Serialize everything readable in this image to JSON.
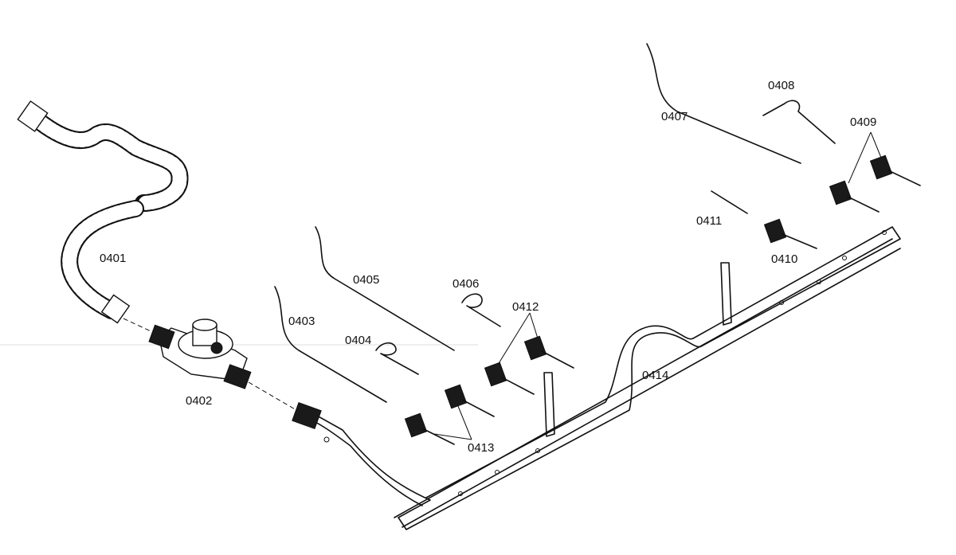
{
  "diagram": {
    "labels": {
      "p0401": "0401",
      "p0402": "0402",
      "p0403": "0403",
      "p0404": "0404",
      "p0405": "0405",
      "p0406": "0406",
      "p0407": "0407",
      "p0408": "0408",
      "p0409": "0409",
      "p0410": "0410",
      "p0411": "0411",
      "p0412": "0412",
      "p0413": "0413",
      "p0414": "0414"
    }
  }
}
